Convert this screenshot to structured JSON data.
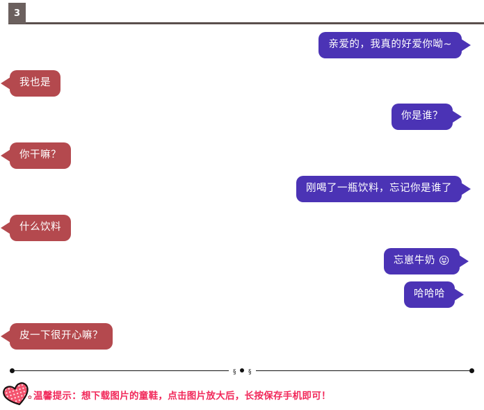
{
  "tab": {
    "label": "3"
  },
  "colors": {
    "outgoing_bubble": "#4b33b5",
    "incoming_bubble": "#b4494e",
    "tab_background": "#6b605e",
    "footer_text": "#f1285a",
    "heart": "#f4536e"
  },
  "chat": {
    "messages": [
      {
        "side": "right",
        "text": "亲爱的，我真的好爱你呦~",
        "emoji": ""
      },
      {
        "side": "left",
        "text": "我也是",
        "emoji": ""
      },
      {
        "side": "right",
        "text": "你是谁？",
        "emoji": ""
      },
      {
        "side": "left",
        "text": "你干嘛？",
        "emoji": ""
      },
      {
        "side": "right",
        "text": "刚喝了一瓶饮料，忘记你是谁了",
        "emoji": ""
      },
      {
        "side": "left",
        "text": "什么饮料",
        "emoji": ""
      },
      {
        "side": "right",
        "text": "忘崽牛奶",
        "emoji": "😝"
      },
      {
        "side": "right",
        "text": "哈哈哈",
        "emoji": ""
      },
      {
        "side": "left",
        "text": "皮一下很开心嘛？",
        "emoji": ""
      }
    ]
  },
  "divider": {
    "left_curl": "§",
    "right_curl": "§"
  },
  "footer": {
    "tip": "温馨提示：想下载图片的童鞋，点击图片放大后，长按保存手机即可！",
    "heart_icon": "polka-dot-heart-icon"
  }
}
